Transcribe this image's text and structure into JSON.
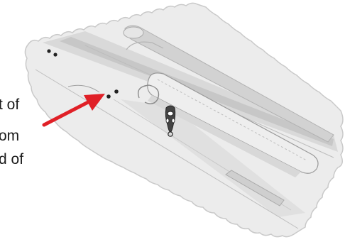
{
  "caption": {
    "lines": [
      "t of",
      "om",
      "d of"
    ]
  },
  "colors": {
    "arrow": "#e02027",
    "paper_fill": "#ececec",
    "paper_edge": "#c9c9c9",
    "band_dark": "#c4c4c4",
    "band_mid": "#d6d6d6",
    "box_fill": "#eeeeee",
    "outline": "#9a9a9a",
    "ink": "#222222",
    "text": "#1a1a1a"
  },
  "icons": {
    "arrow": "red-arrow",
    "screw_dots": "screw-hole-dots",
    "key_fob": "key-fob-remote"
  }
}
